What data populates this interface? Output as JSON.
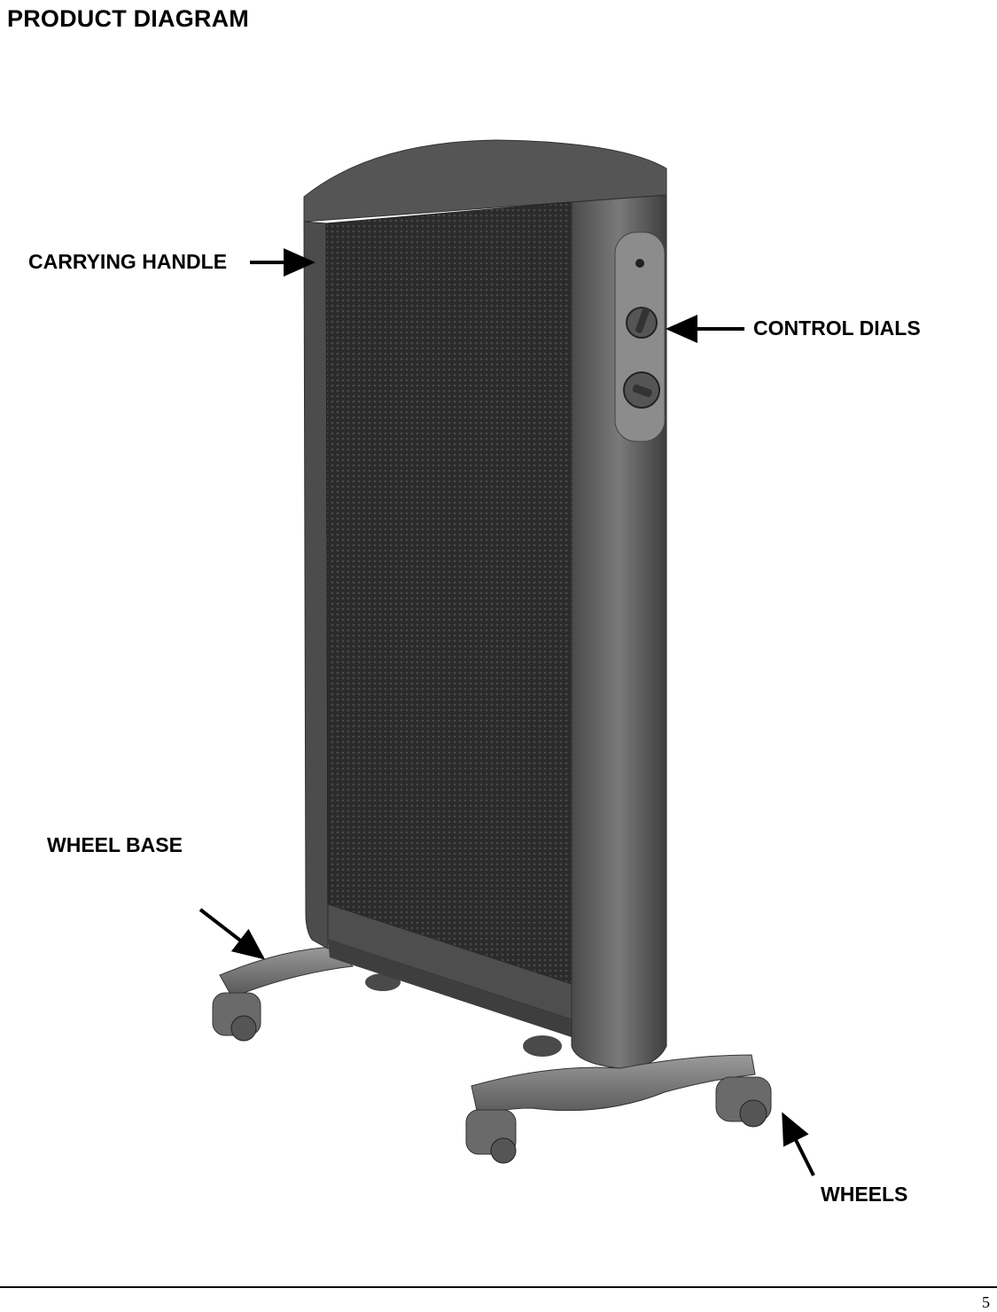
{
  "page": {
    "title": "PRODUCT DIAGRAM",
    "page_number": "5"
  },
  "callouts": {
    "carrying_handle": "CARRYING HANDLE",
    "control_dials": "CONTROL DIALS",
    "wheel_base": "WHEEL BASE",
    "wheels": "WHEELS"
  },
  "figure": {
    "subject": "panel-heater",
    "colors": {
      "body": "#5e5e5e",
      "body_dark": "#3c3c3c",
      "mesh": "#2a2a2a",
      "base": "#6e6e6e",
      "panel": "#8a8a8a"
    }
  }
}
